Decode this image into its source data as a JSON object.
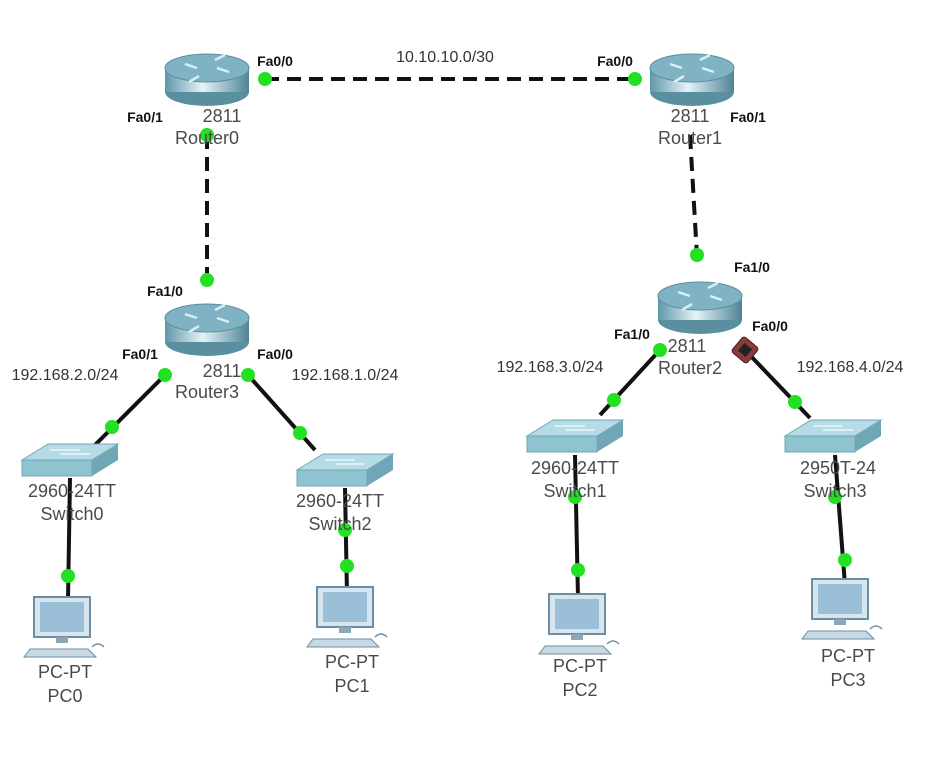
{
  "colors": {
    "link": "#111111",
    "port_up": "#22e022",
    "router": "#7fb3c4",
    "switch": "#8fc3d0",
    "pc": "#9bbfd6",
    "connector": "#8b3a3a",
    "label": "#4a4a4a"
  },
  "devices": [
    {
      "id": "Router0",
      "model": "2811",
      "type": "router"
    },
    {
      "id": "Router1",
      "model": "2811",
      "type": "router"
    },
    {
      "id": "Router3",
      "model": "2811",
      "type": "router"
    },
    {
      "id": "Router2",
      "model": "2811",
      "type": "router"
    },
    {
      "id": "Switch0",
      "model": "2960-24TT",
      "type": "switch"
    },
    {
      "id": "Switch2",
      "model": "2960-24TT",
      "type": "switch"
    },
    {
      "id": "Switch1",
      "model": "2960-24TT",
      "type": "switch"
    },
    {
      "id": "Switch3",
      "model": "2950T-24",
      "type": "switch"
    },
    {
      "id": "PC0",
      "model": "PC-PT",
      "type": "pc"
    },
    {
      "id": "PC1",
      "model": "PC-PT",
      "type": "pc"
    },
    {
      "id": "PC2",
      "model": "PC-PT",
      "type": "pc"
    },
    {
      "id": "PC3",
      "model": "PC-PT",
      "type": "pc"
    }
  ],
  "links": [
    {
      "from": "Router0",
      "to": "Router1",
      "style": "dashed",
      "network": "10.10.10.0/30"
    },
    {
      "from": "Router0",
      "to": "Router3",
      "style": "dashed"
    },
    {
      "from": "Router1",
      "to": "Router2",
      "style": "dashed"
    },
    {
      "from": "Router3",
      "to": "Switch0",
      "style": "solid",
      "network": "192.168.2.0/24"
    },
    {
      "from": "Router3",
      "to": "Switch2",
      "style": "solid",
      "network": "192.168.1.0/24"
    },
    {
      "from": "Router2",
      "to": "Switch1",
      "style": "solid",
      "network": "192.168.3.0/24"
    },
    {
      "from": "Router2",
      "to": "Switch3",
      "style": "solid",
      "network": "192.168.4.0/24"
    },
    {
      "from": "Switch0",
      "to": "PC0",
      "style": "solid"
    },
    {
      "from": "Switch2",
      "to": "PC1",
      "style": "solid"
    },
    {
      "from": "Switch1",
      "to": "PC2",
      "style": "solid"
    },
    {
      "from": "Switch3",
      "to": "PC3",
      "style": "solid"
    }
  ],
  "interfaces": [
    "Fa0/0",
    "Fa0/0",
    "Fa0/1",
    "Fa0/1",
    "Fa1/0",
    "Fa1/0",
    "Fa0/1",
    "Fa0/0",
    "Fa1/0",
    "Fa0/0"
  ]
}
